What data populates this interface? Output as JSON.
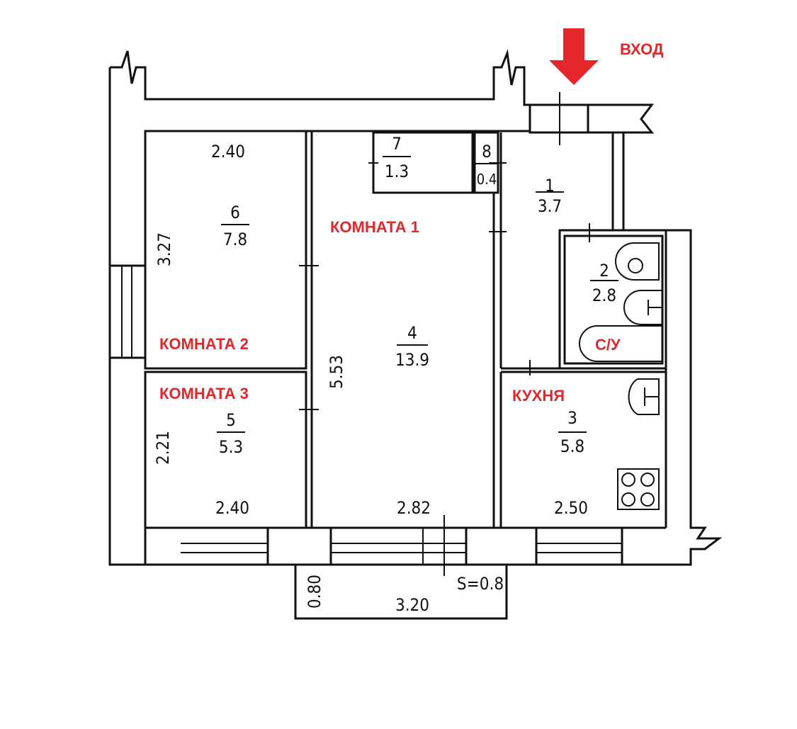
{
  "entrance": {
    "label": "ВХОД",
    "arrow_color": "#e3262a"
  },
  "labels": {
    "room1": "КОМНАТА 1",
    "room2": "КОМНАТА 2",
    "room3": "КОМНАТА 3",
    "kitchen": "КУХНЯ",
    "bathroom": "С/У"
  },
  "rooms": [
    {
      "number": "1",
      "area": "3.7"
    },
    {
      "number": "2",
      "area": "2.8"
    },
    {
      "number": "3",
      "area": "5.8"
    },
    {
      "number": "4",
      "area": "13.9"
    },
    {
      "number": "5",
      "area": "5.3"
    },
    {
      "number": "6",
      "area": "7.8"
    },
    {
      "number": "7",
      "area": "1.3"
    },
    {
      "number": "8",
      "area": "0.4"
    }
  ],
  "dimensions": {
    "room6_width": "2.40",
    "room6_depth": "3.27",
    "room5_width": "2.40",
    "room5_depth": "2.21",
    "room4_width": "2.82",
    "room4_depth": "5.53",
    "kitchen_width": "2.50",
    "balcony_depth": "0.80",
    "balcony_width": "3.20",
    "balcony_area": "S=0.8"
  },
  "colors": {
    "annotation": "#e3262a",
    "lines": "#111111"
  }
}
